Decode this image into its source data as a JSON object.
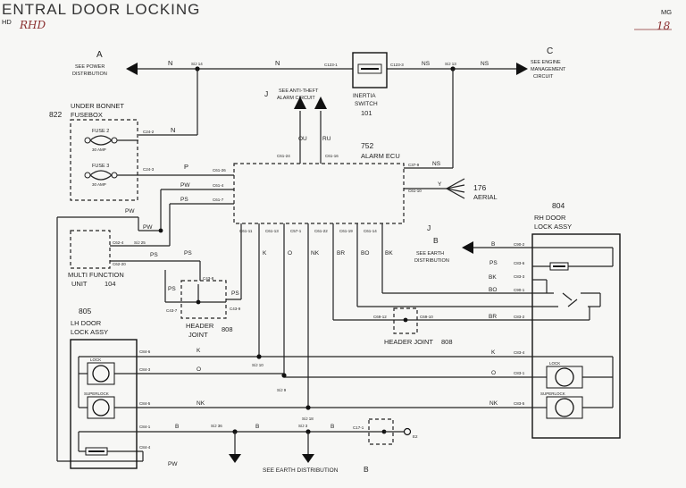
{
  "header": {
    "title": "ENTRAL DOOR LOCKING",
    "subtitle": "HD",
    "handwritten_variant": "RHD",
    "top_right": "MG",
    "handwritten_page": "18"
  },
  "text": {
    "a_letter": "A",
    "a_l1": "SEE POWER",
    "a_l2": "DISTRIBUTION",
    "c_letter": "C",
    "c_l1": "SEE ENGINE",
    "c_l2": "MANAGEMENT",
    "c_l3": "CIRCUIT",
    "wire_n1": "N",
    "wire_n2": "N",
    "wire_ns1": "NS",
    "wire_ns2": "NS",
    "sj14": "S/J 14",
    "sj13": "S/J 13",
    "c1231": "C123-1",
    "c1233": "C123-3",
    "inertia_l1": "INERTIA",
    "inertia_l2": "SWITCH",
    "inertia_num": "101",
    "j1": "J",
    "antitheft_l1": "SEE ANTI-THEFT",
    "antitheft_l2": "ALARM CIRCUIT",
    "ub_num": "822",
    "ub_l1": "UNDER BONNET",
    "ub_l2": "FUSEBOX",
    "fuse2": "FUSE 2",
    "fuse2_amp": "30 AMP",
    "fuse3": "FUSE 3",
    "fuse3_amp": "30 AMP",
    "c242": "C24-2",
    "c243": "C24-3",
    "wire_n3": "N",
    "wire_p": "P",
    "wire_ou": "OU",
    "wire_ru": "RU",
    "c6124": "C61-24",
    "c6116": "C61-16",
    "ecu_num": "752",
    "ecu_name": "ALARM ECU",
    "c6126": "C61-26",
    "c614": "C61-4",
    "c617": "C61-7",
    "c379": "C37-9",
    "c6110": "C61-10",
    "wire_ns3": "NS",
    "wire_y": "Y",
    "aerial_num": "176",
    "aerial_name": "AERIAL",
    "wire_pw1": "PW",
    "wire_ps1": "PS",
    "wire_pw2": "PW",
    "wire_pw3": "PW",
    "wire_ps2": "PS",
    "wire_ps3": "PS",
    "wire_ps4": "PS",
    "wire_ps5": "PS",
    "c611": "C61-11",
    "c6113": "C61-13",
    "c571": "C57-1",
    "c6122": "C61-22",
    "c6119": "C61-19",
    "c6114": "C61-14",
    "wire_k1": "K",
    "wire_o1": "O",
    "wire_nk1": "NK",
    "wire_br1": "BR",
    "wire_bo1": "BO",
    "wire_bk1": "BK",
    "j2": "J",
    "b_letter": "B",
    "b_l1": "SEE EARTH",
    "b_l2": "DISTRIBUTION",
    "rh_num": "804",
    "rh_l1": "RH DOOR",
    "rh_l2": "LOCK ASSY",
    "wire_b_r": "B",
    "wire_ps_r": "PS",
    "wire_bk_r": "BK",
    "wire_bo_r": "BO",
    "wire_br_r": "BR",
    "c902": "C90-2",
    "c836": "C83-6",
    "c833": "C83-3",
    "c901": "C90-1",
    "c832": "C83-2",
    "c624": "C62-4",
    "c6220": "C62-20",
    "sj25": "S/J 25",
    "mfu_l1": "MULTI FUNCTION",
    "mfu_l2": "UNIT",
    "mfu_num": "104",
    "c438": "C43-8",
    "c437": "C43-7",
    "c439": "C43-9",
    "hj1_l1": "HEADER",
    "hj1_l2": "JOINT",
    "hj1_num": "808",
    "c6912": "C69-12",
    "c6910": "C69-10",
    "hj2_name": "HEADER JOINT",
    "hj2_num": "808",
    "lh_num": "805",
    "lh_l1": "LH DOOR",
    "lh_l2": "LOCK ASSY",
    "lock_l": "LOCK",
    "superlock_l": "SUPERLOCK",
    "c846": "C84-6",
    "c843": "C84-3",
    "c845": "C84-5",
    "c841": "C84-1",
    "c844": "C84-4",
    "wire_k2": "K",
    "wire_o2": "O",
    "wire_nk2": "NK",
    "wire_b1": "B",
    "wire_b2": "B",
    "wire_b3": "B",
    "wire_pw_b": "PW",
    "sj10": "S/J 10",
    "sj9": "S/J 9",
    "sj18": "S/J 18",
    "sj36": "S/J 36",
    "sj3": "S/J 3",
    "c171": "C17-1",
    "e2": "E2",
    "wire_k_r": "K",
    "wire_o_r": "O",
    "wire_nk_r": "NK",
    "c834": "C83-4",
    "c831": "C83-1",
    "c835": "C83-5",
    "lock_r": "LOCK",
    "superlock_r": "SUPERLOCK",
    "earth_bottom": "SEE EARTH DISTRIBUTION",
    "b_bottom": "B"
  }
}
